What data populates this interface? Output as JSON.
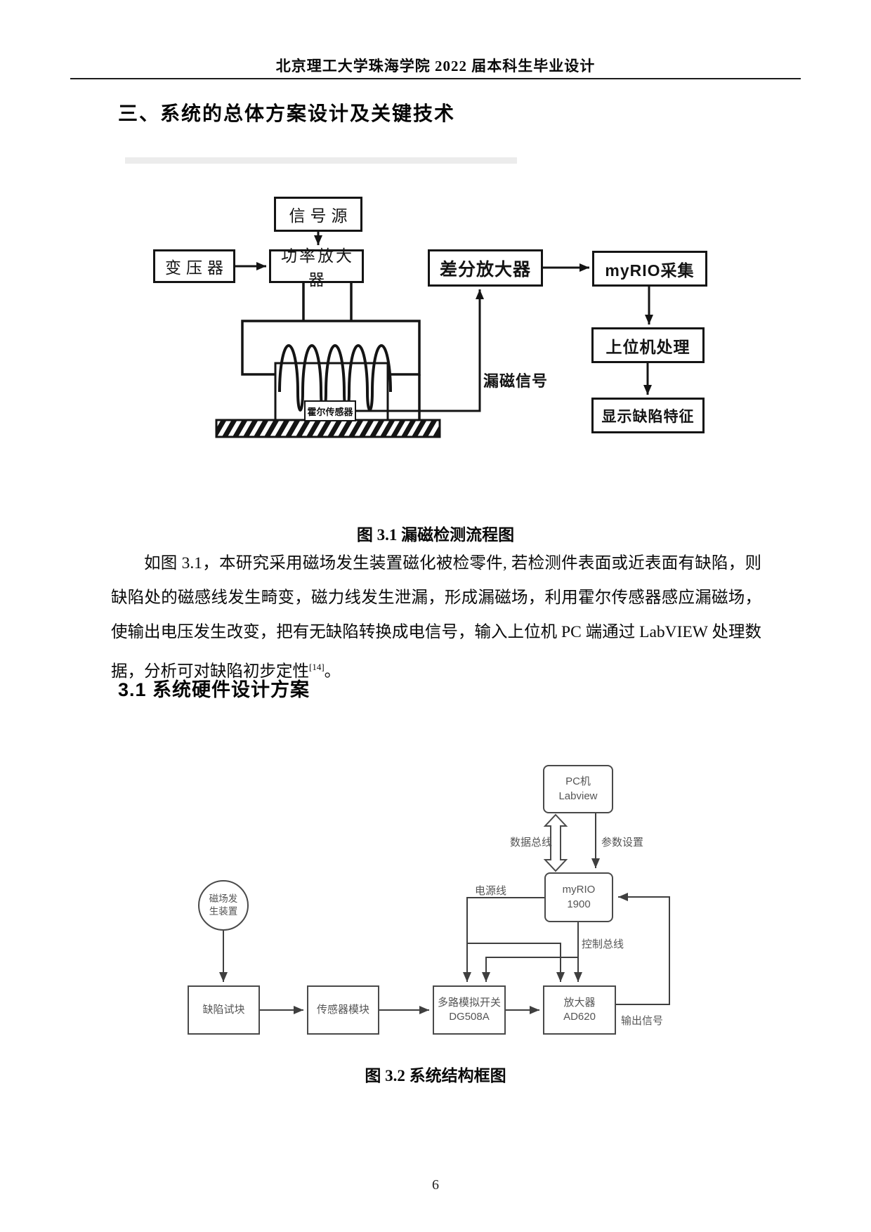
{
  "page": {
    "header": "北京理工大学珠海学院 2022 届本科生毕业设计",
    "page_number": "6"
  },
  "section_heading": "三、系统的总体方案设计及关键技术",
  "subsection_heading": "3.1 系统硬件设计方案",
  "figure1": {
    "caption": "图 3.1 漏磁检测流程图",
    "boxes": {
      "signal_source": "信号源",
      "transformer": "变压器",
      "power_amplifier": "功率放大器",
      "diff_amplifier": "差分放大器",
      "myrio_capture": "myRIO采集",
      "host_processing": "上位机处理",
      "display_defect": "显示缺陷特征",
      "hall_sensor": "霍尔传感器"
    },
    "labels": {
      "leakage_signal": "漏磁信号"
    }
  },
  "paragraph": {
    "text": "如图 3.1，本研究采用磁场发生装置磁化被检零件, 若检测件表面或近表面有缺陷，则缺陷处的磁感线发生畸变，磁力线发生泄漏，形成漏磁场，利用霍尔传感器感应漏磁场，使输出电压发生改变，把有无缺陷转换成电信号，输入上位机 PC 端通过 LabVIEW 处理数据，分析可对缺陷初步定性",
    "reference": "[14]",
    "period": "。"
  },
  "figure2": {
    "caption": "图 3.2 系统结构框图",
    "boxes": {
      "pc": {
        "line1": "PC机",
        "line2": "Labview"
      },
      "myrio": {
        "line1": "myRIO",
        "line2": "1900"
      },
      "field_generator": {
        "line1": "磁场发",
        "line2": "生装置"
      },
      "defect_block": "缺陷试块",
      "sensor_module": "传感器模块",
      "mux": {
        "line1": "多路模拟开关",
        "line2": "DG508A"
      },
      "amplifier": {
        "line1": "放大器",
        "line2": "AD620"
      }
    },
    "labels": {
      "data_bus": "数据总线",
      "param_set": "参数设置",
      "power_line": "电源线",
      "control_bus": "控制总线",
      "output_signal": "输出信号"
    }
  }
}
